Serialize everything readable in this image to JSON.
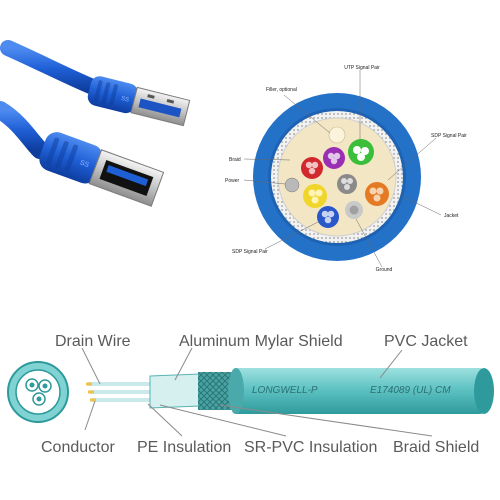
{
  "usb_photo": {
    "plug_symbol": "SS",
    "colors": {
      "cable": "#1f5fd6",
      "cable_dark": "#0e3d9e",
      "metal": "#c9c9c9",
      "metal_dark": "#8e8e8e"
    }
  },
  "cross_section": {
    "labels": {
      "utp_signal_pair": "UTP Signal Pair",
      "filler_optional": "Filler, optional",
      "braid": "Braid",
      "power": "Power",
      "sdp_signal_pair_right": "SDP Signal Pair",
      "jacket": "Jacket",
      "sdp_signal_pair_left": "SDP Signal Pair",
      "ground": "Ground"
    },
    "colors": {
      "jacket": "#2471c8",
      "braid": "#d9d9d9",
      "filler": "#efe0b8"
    }
  },
  "cable_diagram": {
    "labels": {
      "drain_wire": "Drain Wire",
      "aluminum_mylar_shield": "Aluminum Mylar Shield",
      "pvc_jacket": "PVC Jacket",
      "conductor": "Conductor",
      "pe_insulation": "PE Insulation",
      "sr_pvc_insulation": "SR-PVC Insulation",
      "braid_shield": "Braid Shield"
    },
    "print": {
      "brand": "LONGWELL-P",
      "marking": "E174089  (UL)  CM"
    },
    "colors": {
      "jacket": "#5fc3c3",
      "jacket_dark": "#2f9a9c",
      "braid": "#3c8e8e"
    }
  }
}
